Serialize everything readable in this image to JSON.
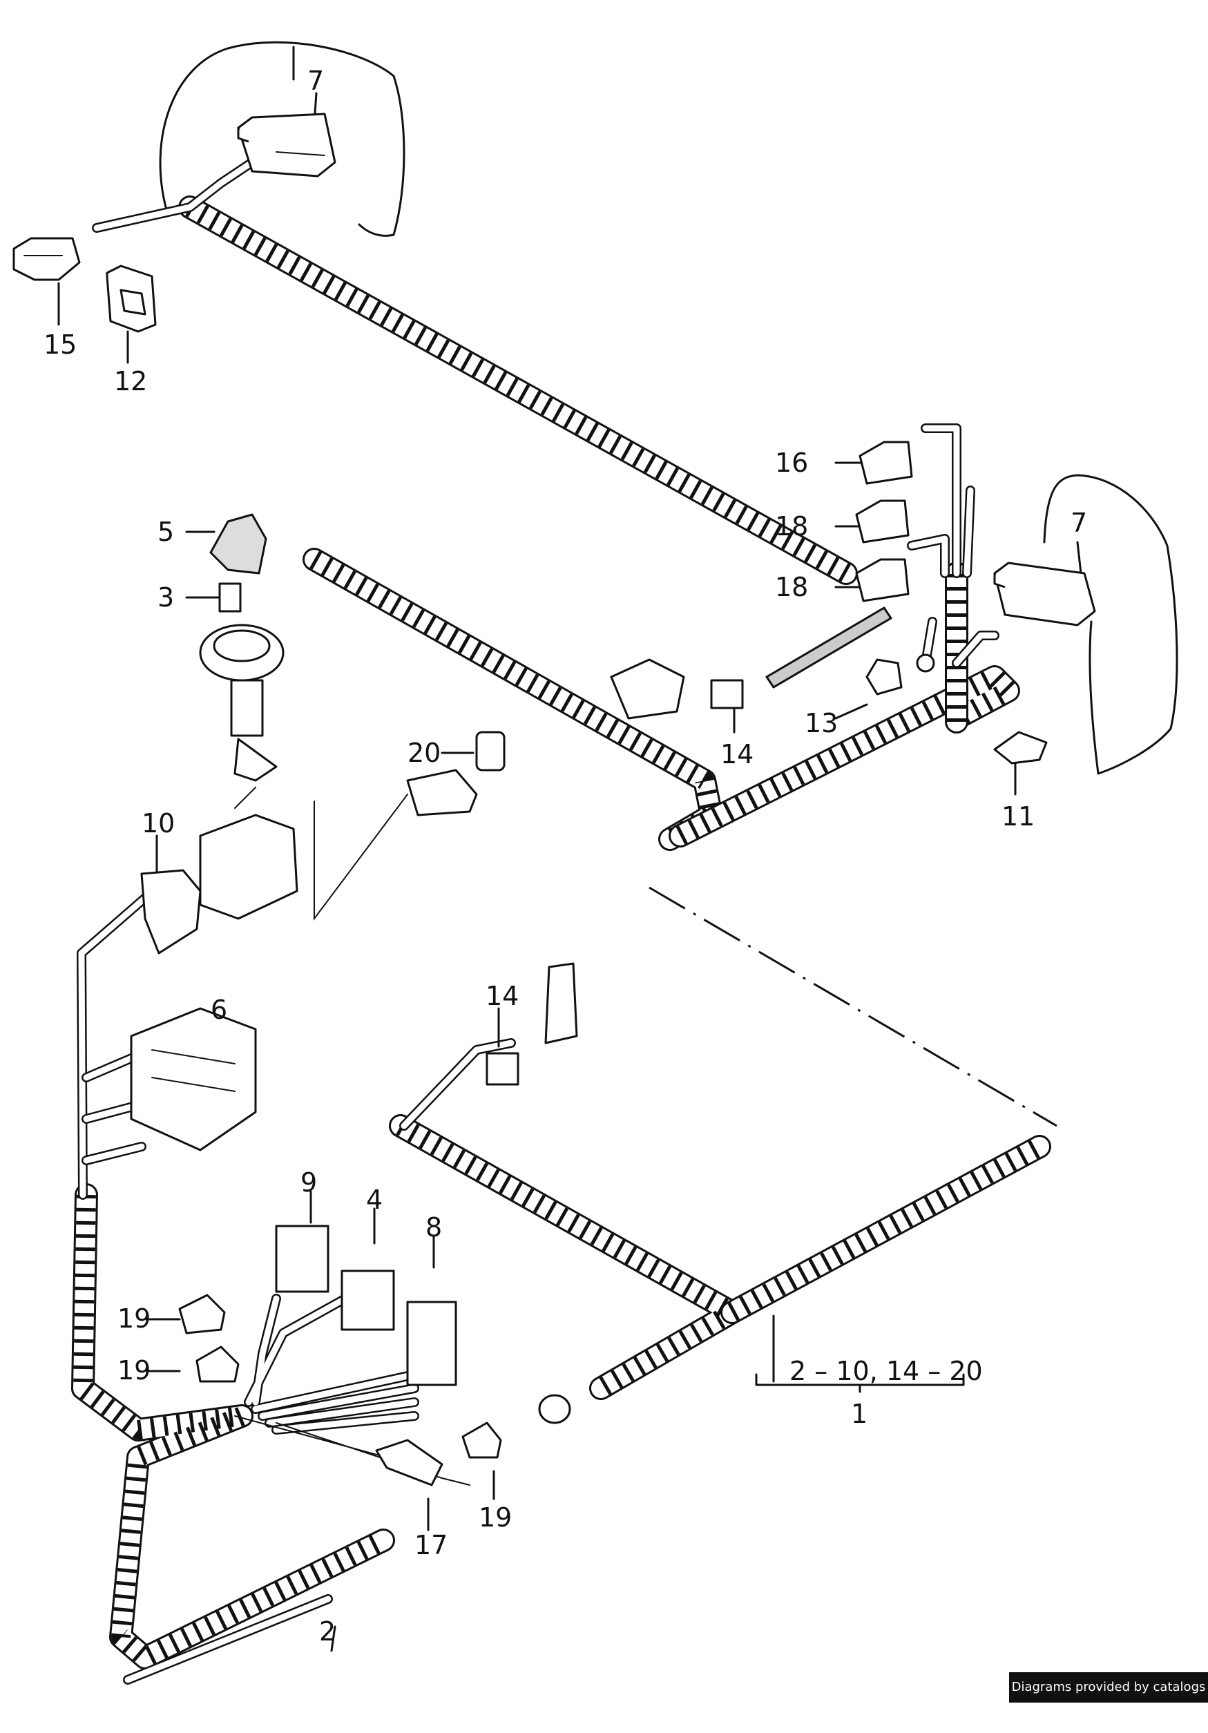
{
  "callouts": {
    "c1": "1",
    "c2": "2",
    "c3": "3",
    "c4": "4",
    "c5": "5",
    "c6": "6",
    "c7a": "7",
    "c7b": "7",
    "c8": "8",
    "c9": "9",
    "c10": "10",
    "c11": "11",
    "c12": "12",
    "c13": "13",
    "c14a": "14",
    "c14b": "14",
    "c15": "15",
    "c16": "16",
    "c17": "17",
    "c18a": "18",
    "c18b": "18",
    "c19a": "19",
    "c19b": "19",
    "c19c": "19",
    "c20": "20",
    "range": "2 – 10, 14 – 20"
  },
  "watermark": "Diagrams provided by catalogs parts"
}
